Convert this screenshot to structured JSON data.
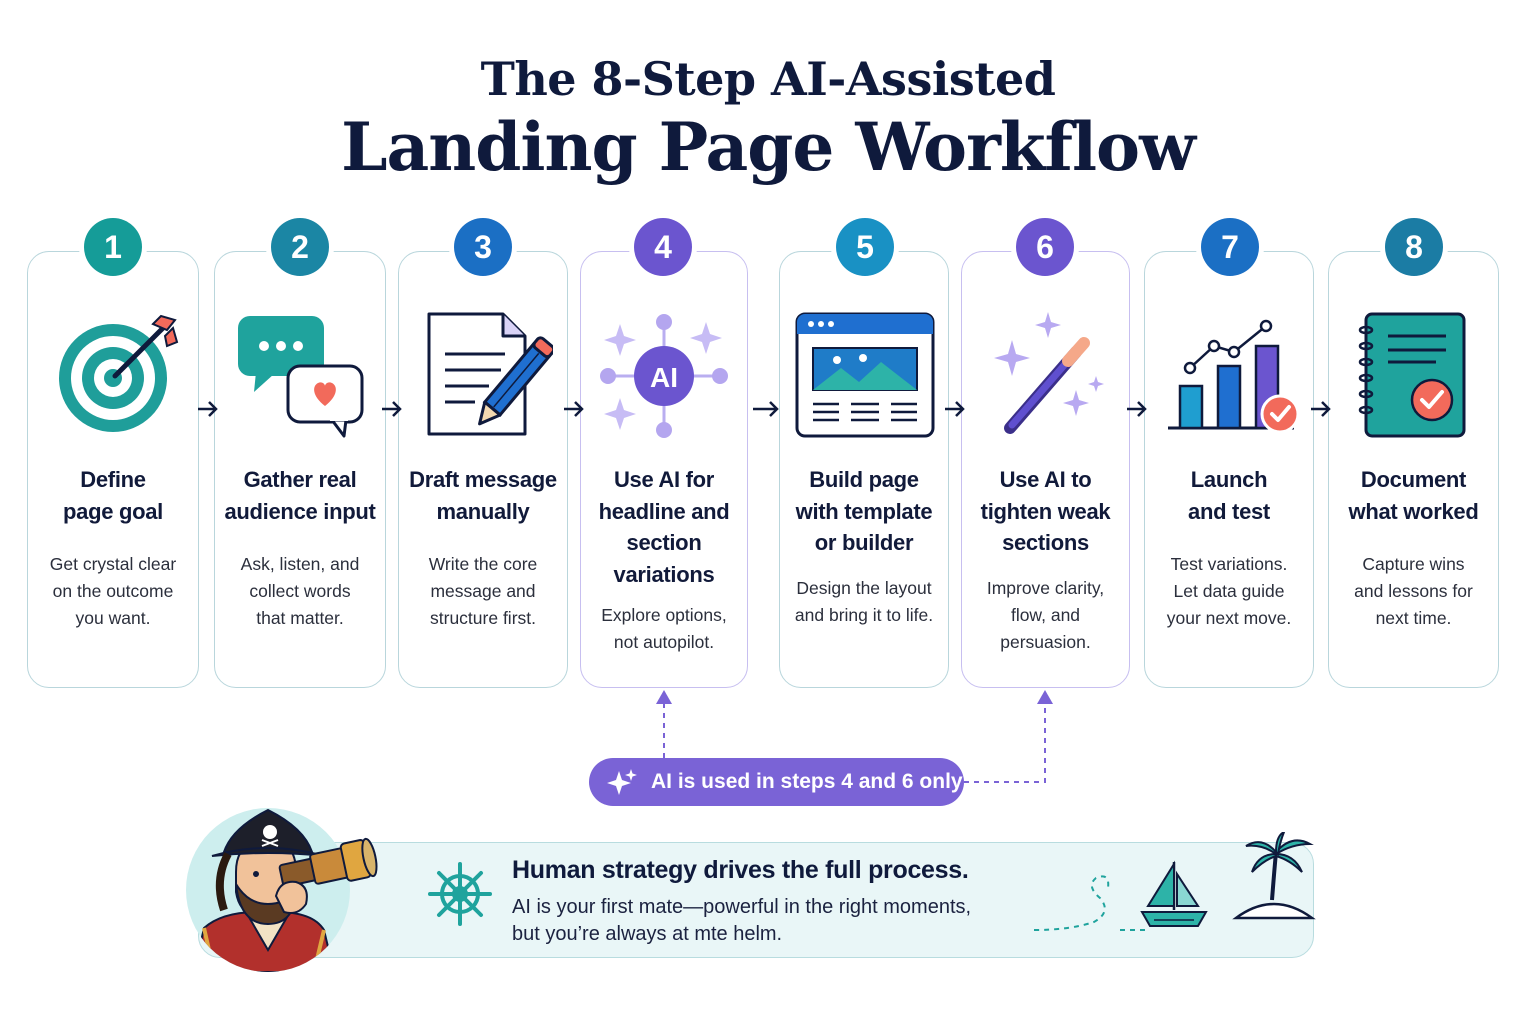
{
  "header": {
    "line1": "The 8-Step AI-Assisted",
    "line2": "Landing Page Workflow"
  },
  "steps": [
    {
      "number": "1",
      "title_line1": "Define",
      "title_line2": "page goal",
      "desc_line1": "Get crystal clear",
      "desc_line2": "on the outcome",
      "desc_line3": "you want.",
      "color": "#159c98",
      "icon": "target-icon"
    },
    {
      "number": "2",
      "title_line1": "Gather real",
      "title_line2": "audience input",
      "desc_line1": "Ask, listen, and",
      "desc_line2": "collect words",
      "desc_line3": "that matter.",
      "color": "#1b86a4",
      "icon": "chat-bubbles-icon"
    },
    {
      "number": "3",
      "title_line1": "Draft message",
      "title_line2": "manually",
      "desc_line1": "Write the core",
      "desc_line2": "message and",
      "desc_line3": "structure first.",
      "color": "#1b6fc4",
      "icon": "document-pencil-icon"
    },
    {
      "number": "4",
      "title_line1": "Use AI for",
      "title_line2": "headline and",
      "title_line3": "section",
      "title_line4": "variations",
      "desc_line1": "Explore options,",
      "desc_line2": "not autopilot.",
      "color": "#6b55cf",
      "icon": "ai-network-icon"
    },
    {
      "number": "5",
      "title_line1": "Build page",
      "title_line2": "with template",
      "title_line3": "or builder",
      "desc_line1": "Design the layout",
      "desc_line2": "and bring it to life.",
      "color": "#1991c4",
      "icon": "browser-template-icon"
    },
    {
      "number": "6",
      "title_line1": "Use AI to",
      "title_line2": "tighten weak",
      "title_line3": "sections",
      "desc_line1": "Improve clarity,",
      "desc_line2": "flow, and",
      "desc_line3": "persuasion.",
      "color": "#6b55cf",
      "icon": "magic-wand-icon"
    },
    {
      "number": "7",
      "title_line1": "Launch",
      "title_line2": "and test",
      "desc_line1": "Test variations.",
      "desc_line2": "Let data guide",
      "desc_line3": "your next move.",
      "color": "#1b6fc4",
      "icon": "bar-chart-icon"
    },
    {
      "number": "8",
      "title_line1": "Document",
      "title_line2": "what worked",
      "desc_line1": "Capture wins",
      "desc_line2": "and lessons for",
      "desc_line3": "next time.",
      "color": "#1b7ca4",
      "icon": "notebook-check-icon"
    }
  ],
  "ai_note": {
    "label": "AI is used in steps 4 and 6 only",
    "color": "#7a63d6",
    "icon": "sparkle-icon"
  },
  "banner": {
    "headline": "Human strategy drives the full process.",
    "line1": "AI is your first mate—powerful in the right moments,",
    "line2": "but you’re always at mte helm.",
    "icons": [
      "ship-wheel-icon",
      "pirate-with-telescope-icon",
      "sailboat-icon",
      "palm-island-icon"
    ]
  },
  "colors": {
    "teal": "#1aa39e",
    "purple": "#7a63d6",
    "coral": "#f26a5b",
    "navy": "#0f1a3c"
  }
}
